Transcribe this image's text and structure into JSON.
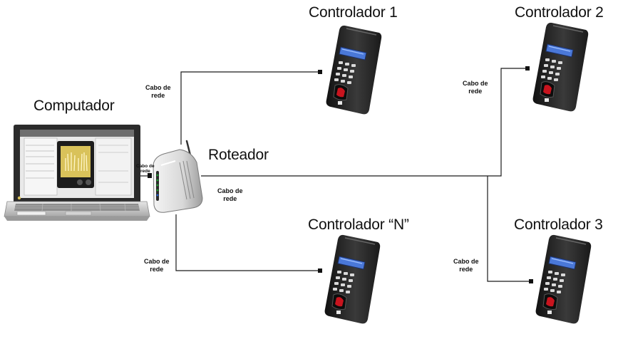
{
  "computer": {
    "label": "Computador"
  },
  "router": {
    "label": "Roteador"
  },
  "controllers": [
    {
      "label": "Controlador 1"
    },
    {
      "label": "Controlador 2"
    },
    {
      "label": "Controlador “N”"
    },
    {
      "label": "Controlador 3"
    }
  ],
  "cable_labels": {
    "c1_line1": "Cabo de",
    "c1_line2": "rede",
    "c2_line1": "Cabo de",
    "c2_line2": "rede",
    "c3_line1": "Cabo de",
    "c3_line2": "rede",
    "c4_line1": "Cabo de",
    "c4_line2": "rede",
    "c5_line1": "Cabo de",
    "c5_line2": "rede",
    "pc_line1": "Cabo de",
    "pc_line2": "rede"
  },
  "colors": {
    "line": "#1a1a1a",
    "device_body": "#2a2a2a",
    "device_screen": "#4a78d8",
    "fingerprint_red": "#c8141e",
    "laptop_silver": "#c9c9c9",
    "router_white": "#e8e8e8",
    "router_led": "#1a9a2a"
  }
}
